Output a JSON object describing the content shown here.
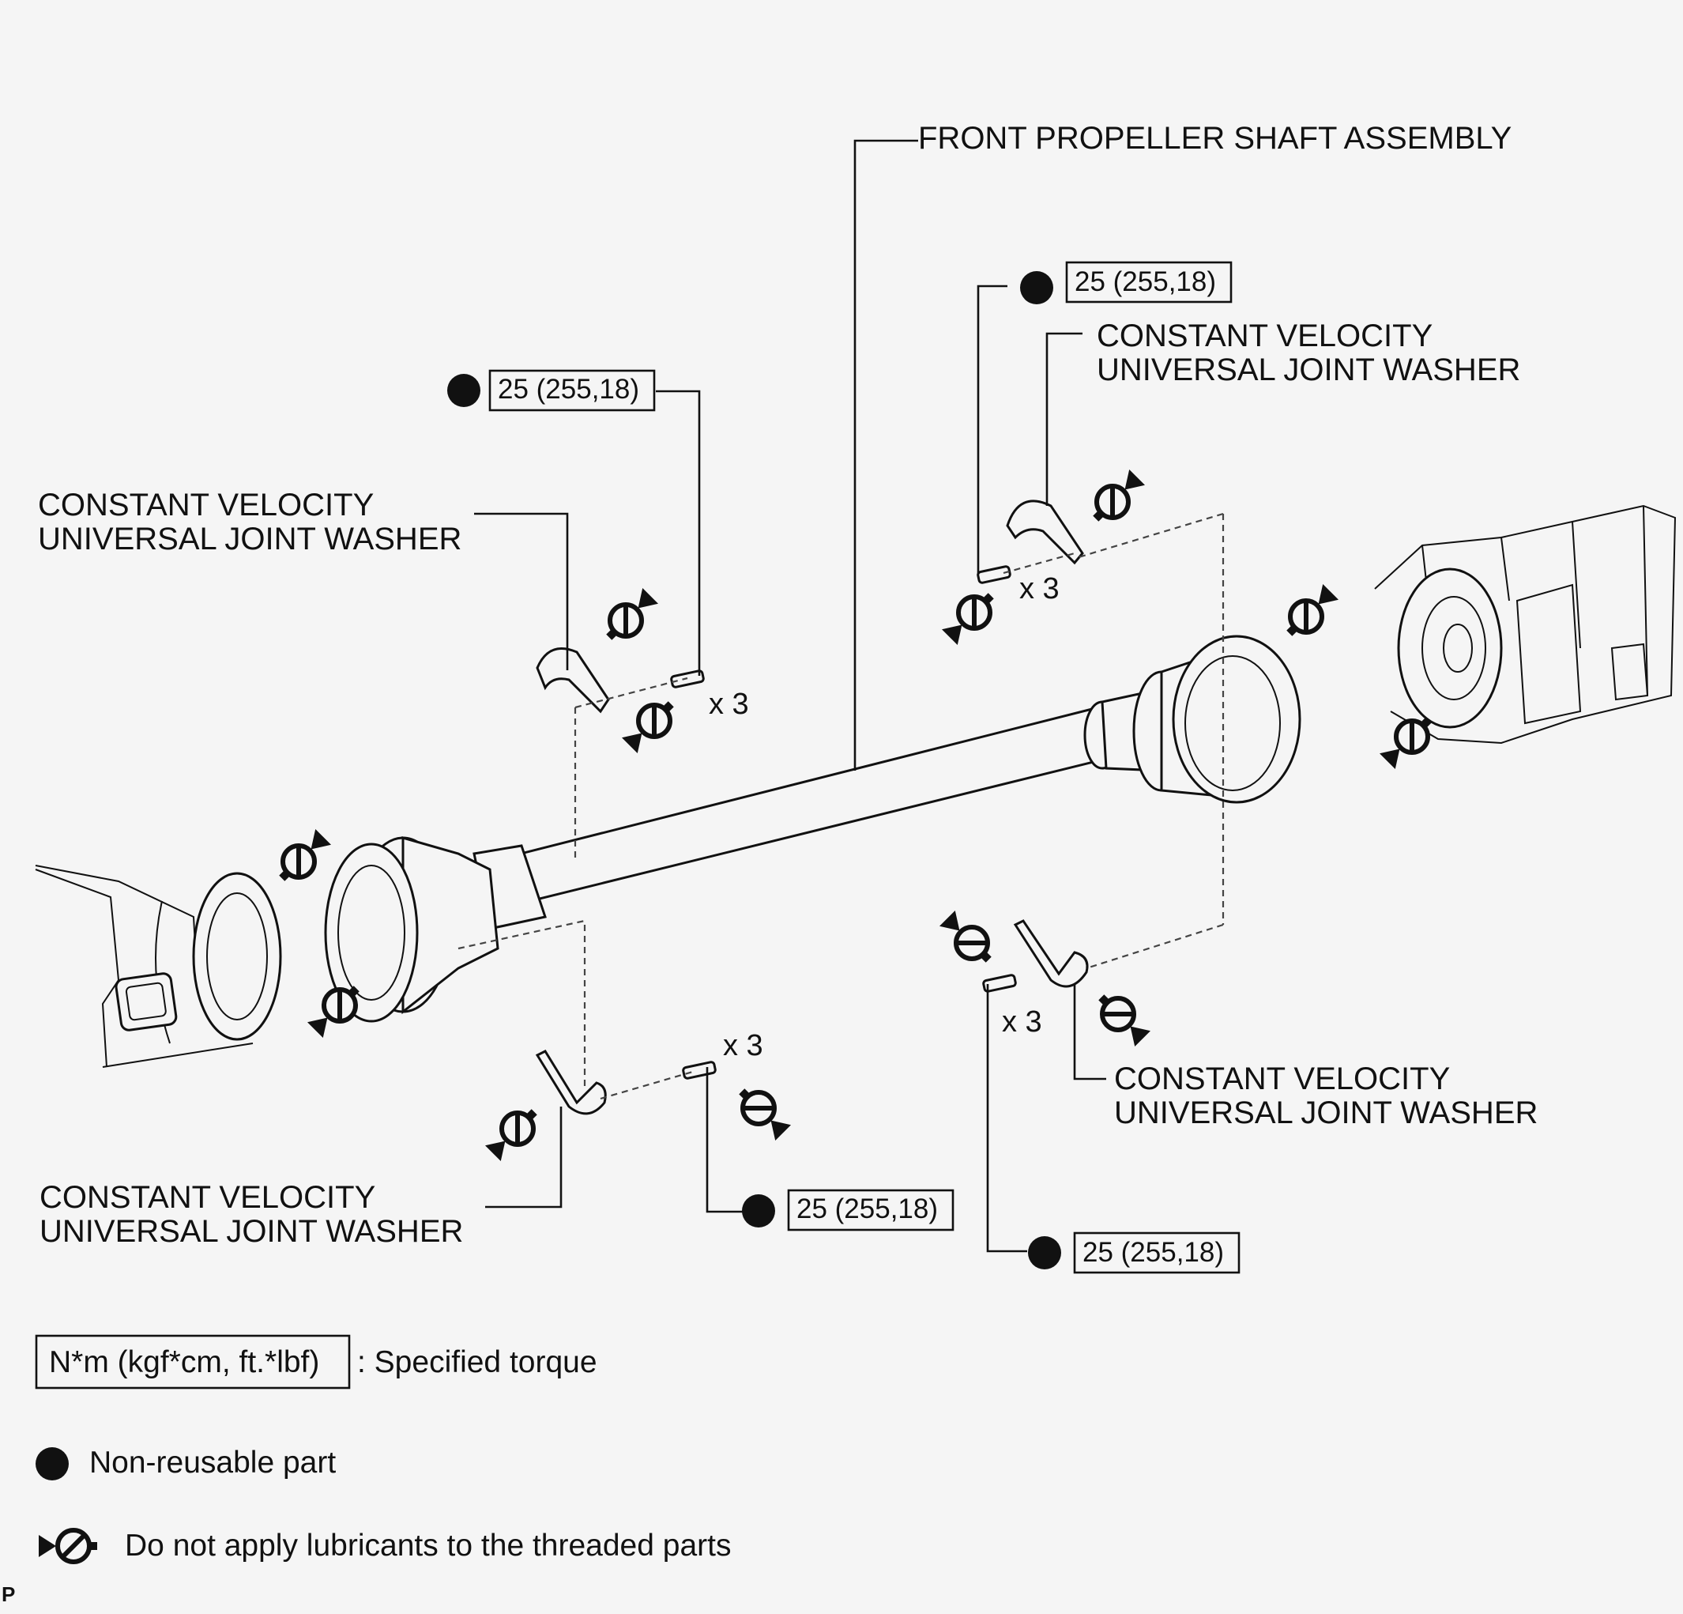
{
  "labels": {
    "assembly": "FRONT PROPELLER SHAFT ASSEMBLY",
    "washer_line1": "CONSTANT VELOCITY",
    "washer_line2": "UNIVERSAL JOINT WASHER",
    "multiplier": "x 3",
    "torque_value": "25 (255,18)"
  },
  "legend": {
    "torque_box": "N*m (kgf*cm, ft.*lbf)",
    "torque_text": ": Specified torque",
    "nonreusable_text": "Non-reusable part",
    "nolube_text": "Do not apply lubricants to the threaded parts"
  },
  "footer": {
    "code": "P"
  },
  "icons": {
    "nonreusable": "filled-circle-icon",
    "nolube": "no-lubricant-icon"
  }
}
